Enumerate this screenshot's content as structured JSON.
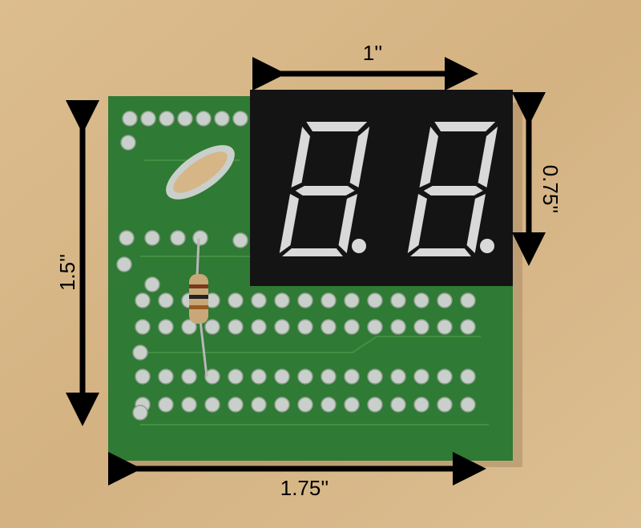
{
  "annotations": {
    "display_width": "1''",
    "display_height": "0.75''",
    "board_height": "1.5''",
    "board_width": "1.75''"
  },
  "colors": {
    "wood": "#d8b888",
    "pcb": "#2f7a34",
    "display": "#141414",
    "segment": "#d9d9d9",
    "pad": "#c9cfcb"
  }
}
